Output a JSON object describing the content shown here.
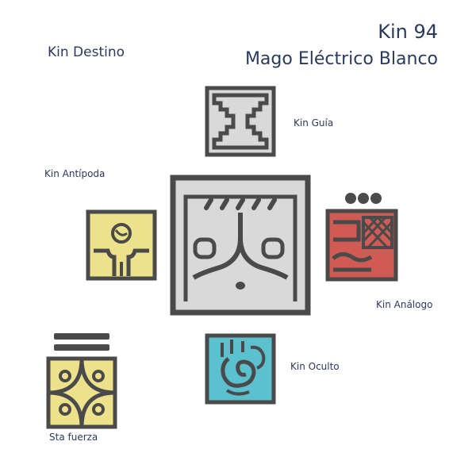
{
  "header": {
    "kin_number": "Kin 94",
    "kin_name": "Mago Eléctrico Blanco",
    "destiny_label": "Kin Destino"
  },
  "oracle": {
    "guide_label": "Kin Guía",
    "antipode_label": "Kin Antípoda",
    "analog_label": "Kin Análogo",
    "occult_label": "Kin Oculto",
    "force_label": "Sta fuerza"
  },
  "colors": {
    "white": "#d9d9d9",
    "yellow": "#eee18b",
    "red": "#cf5b54",
    "blue": "#5bc1cf",
    "outline": "#4a4a4a"
  },
  "icons": {
    "destiny": "wizard-glyph-icon",
    "guide": "world-bridger-glyph-icon",
    "antipode": "human-glyph-icon",
    "analog": "earth-glyph-icon",
    "occult": "monkey-glyph-icon",
    "force": "star-glyph-icon"
  },
  "tone_dots": 3,
  "force_bars": 2
}
